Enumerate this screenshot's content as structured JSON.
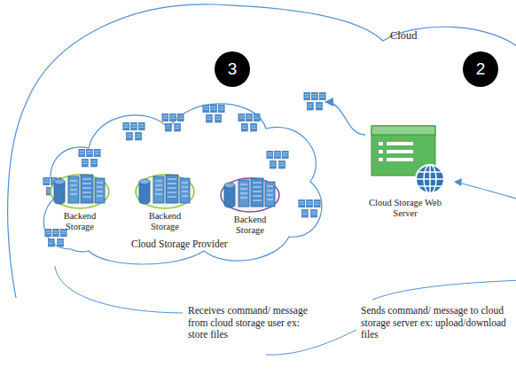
{
  "diagram": {
    "nodes": [
      {
        "text": [
          "Cloud"
        ]
      },
      {
        "text": [
          "Cloud Storage Provider"
        ],
        "in": 0
      },
      {
        "text": [
          "Backend Storage"
        ],
        "in": 1
      },
      {
        "text": [
          "Backend Storage"
        ],
        "in": 1
      },
      {
        "text": [
          "Backend Storage"
        ],
        "in": 1
      },
      {
        "text": [
          "Cloud Storage Web Server"
        ],
        "in": 0
      }
    ],
    "edges": [
      {
        "from": 5,
        "to": 1,
        "arrow": "to"
      }
    ],
    "labels": [
      "3",
      "2",
      "Receives command/ message from cloud storage user ex: store files",
      "Sends command/ message to cloud storage server ex: upload/download files"
    ]
  }
}
